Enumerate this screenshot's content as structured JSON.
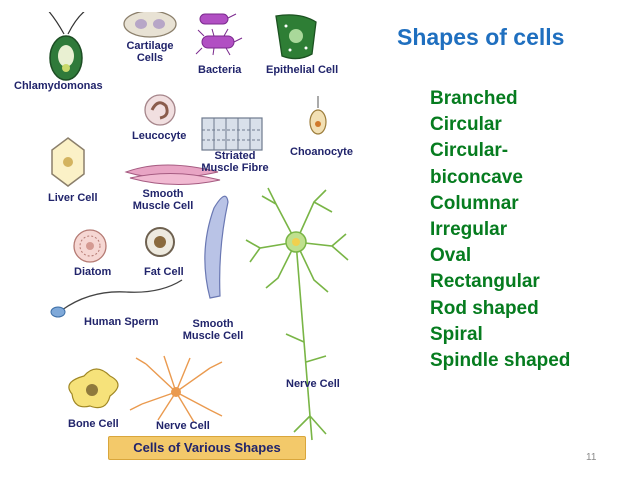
{
  "slide": {
    "title": "Shapes of cells",
    "shapes": [
      "Branched",
      "Circular",
      "Circular-",
      "biconcave",
      "Columnar",
      "Irregular",
      "Oval",
      "Rectangular",
      "Rod shaped",
      "Spiral",
      "Spindle shaped"
    ],
    "slide_number": "11"
  },
  "figure": {
    "caption": "Cells of Various Shapes",
    "labels": {
      "chlamydomonas": "Chlamydomonas",
      "cartilage_1": "Cartilage",
      "cartilage_2": "Cells",
      "bacteria": "Bacteria",
      "epithelial": "Epithelial Cell",
      "leucocyte": "Leucocyte",
      "striated_1": "Striated",
      "striated_2": "Muscle Fibre",
      "choanocyte": "Choanocyte",
      "liver": "Liver Cell",
      "smooth_a_1": "Smooth",
      "smooth_a_2": "Muscle Cell",
      "diatom": "Diatom",
      "fat": "Fat Cell",
      "sperm": "Human Sperm",
      "smooth_b_1": "Smooth",
      "smooth_b_2": "Muscle Cell",
      "bone": "Bone Cell",
      "nerve_small": "Nerve Cell",
      "nerve_large": "Nerve Cell"
    }
  },
  "colors": {
    "title": "#1f6fbf",
    "list": "#067c1f",
    "label": "#21246b",
    "caption_bg": "#f3c96a"
  }
}
